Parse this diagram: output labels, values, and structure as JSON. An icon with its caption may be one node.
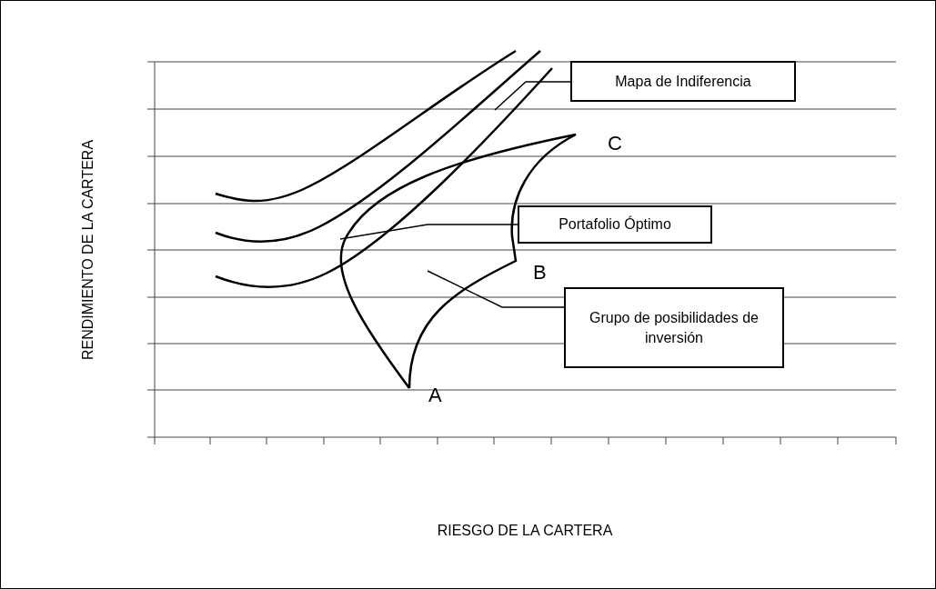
{
  "diagram": {
    "nodes": [
      {
        "text": [
          "Mapa de Indiferencia"
        ]
      },
      {
        "text": [
          "Portafolio Óptimo"
        ]
      },
      {
        "text": [
          "Grupo de posibilidades de inversión"
        ]
      },
      {
        "text": [],
        "shape": "curve"
      },
      {
        "text": [],
        "shape": "curve"
      }
    ],
    "edges": [
      {
        "from": 0,
        "to": 3,
        "arrow": "none"
      },
      {
        "from": 1,
        "to": 4,
        "arrow": "none"
      },
      {
        "from": 2,
        "to": 4,
        "arrow": "none"
      }
    ],
    "labels": [
      "C",
      "B",
      "A",
      "RENDIMIENTO DE LA CARTERA",
      "RIESGO DE LA CARTERA"
    ]
  }
}
